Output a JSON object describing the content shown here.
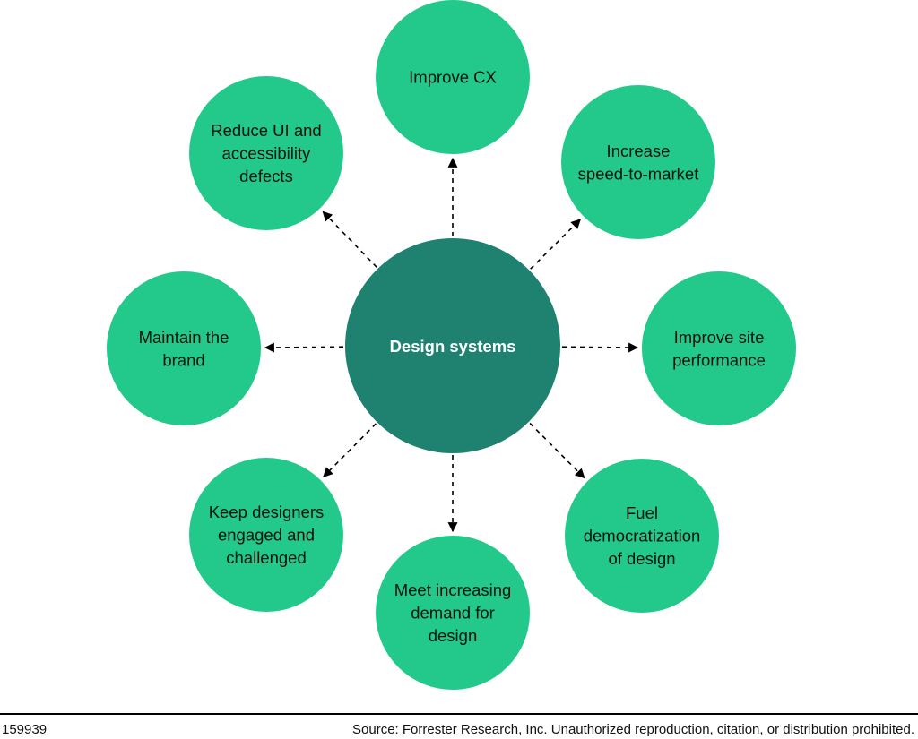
{
  "colors": {
    "outer_fill": "#22C98A",
    "center_fill": "#1F8270",
    "arrow": "#000000"
  },
  "center": {
    "label": "Design systems"
  },
  "outcomes": [
    {
      "name": "improve-cx",
      "lines": [
        "Improve CX"
      ]
    },
    {
      "name": "increase-speed-to-market",
      "lines": [
        "Increase",
        "speed-to-market"
      ]
    },
    {
      "name": "improve-site-performance",
      "lines": [
        "Improve site",
        "performance"
      ]
    },
    {
      "name": "fuel-democratization",
      "lines": [
        "Fuel",
        "democratization",
        "of design"
      ]
    },
    {
      "name": "meet-increasing-demand",
      "lines": [
        "Meet increasing",
        "demand for",
        "design"
      ]
    },
    {
      "name": "keep-designers-engaged",
      "lines": [
        "Keep designers",
        "engaged and",
        "challenged"
      ]
    },
    {
      "name": "maintain-the-brand",
      "lines": [
        "Maintain the",
        "brand"
      ]
    },
    {
      "name": "reduce-ui-defects",
      "lines": [
        "Reduce UI and",
        "accessibility",
        "defects"
      ]
    }
  ],
  "footer": {
    "id": "159939",
    "source": "Source: Forrester Research, Inc. Unauthorized reproduction, citation, or distribution prohibited."
  }
}
